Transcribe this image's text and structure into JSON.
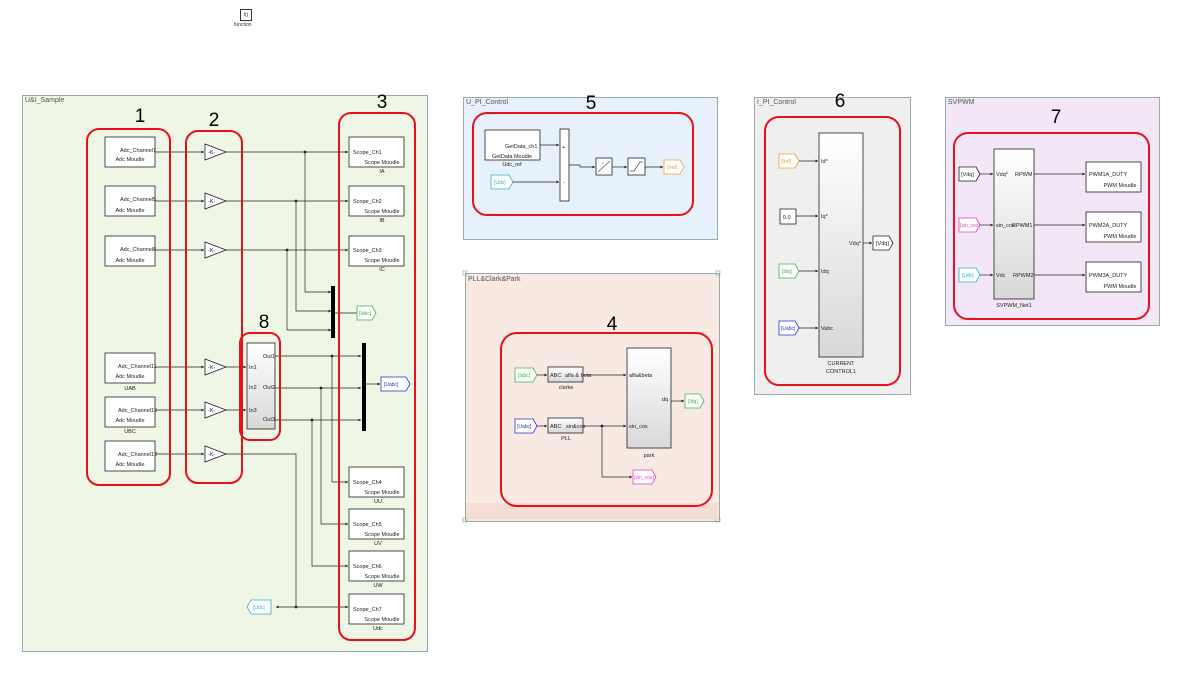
{
  "function_block": {
    "label": "f()",
    "caption": "function"
  },
  "areas": {
    "sample": "U&I_Sample",
    "upi": "U_PI_Control",
    "pll": "PLL&Clark&Park",
    "ipi": "I_PI_Control",
    "svpwm": "SVPWM"
  },
  "region_numbers": [
    "1",
    "2",
    "3",
    "4",
    "5",
    "6",
    "7",
    "8"
  ],
  "adc_blocks": [
    {
      "name": "Adc_Channel7",
      "type": "Adc Moudle",
      "caption": ""
    },
    {
      "name": "Adc_Channel5",
      "type": "Adc Moudle",
      "caption": ""
    },
    {
      "name": "Adc_Channel8",
      "type": "Adc Moudle",
      "caption": ""
    },
    {
      "name": "Adc_Channel11",
      "type": "Adc Moudle",
      "caption": "UAB"
    },
    {
      "name": "Adc_Channel15",
      "type": "Adc Moudle",
      "caption": "UBC"
    },
    {
      "name": "Adc_Channel12",
      "type": "Adc Moudle",
      "caption": ""
    }
  ],
  "gain_label": "-K-",
  "scope_blocks": [
    {
      "name": "Scope_Ch1",
      "type": "Scope Moudle",
      "caption": "IA"
    },
    {
      "name": "Scope_Ch2",
      "type": "Scope Moudle",
      "caption": "IB"
    },
    {
      "name": "Scope_Ch3",
      "type": "Scope Moudle",
      "caption": "IC"
    },
    {
      "name": "Scope_Ch4",
      "type": "Scope Moudle",
      "caption": "UU"
    },
    {
      "name": "Scope_Ch5",
      "type": "Scope Moudle",
      "caption": "UV"
    },
    {
      "name": "Scope_Ch6",
      "type": "Scope Moudle",
      "caption": "UW"
    },
    {
      "name": "Scope_Ch7",
      "type": "Scope Moudle",
      "caption": "Udc"
    }
  ],
  "conv_block": {
    "inputs": [
      "In1",
      "In2",
      "In3"
    ],
    "outputs": [
      "Out1",
      "Out2",
      "Out3"
    ]
  },
  "tags": {
    "iabc": "[Iabc]",
    "uabc": "[Uabc]",
    "udc": "[Udc]",
    "iref": "[Iref]",
    "idq": "[Idq]",
    "vdq": "[Vdq]",
    "sin_cos": "[sin_cos]"
  },
  "upi": {
    "getdata_name": "GetData_ch1",
    "getdata_type": "GetData Moudle",
    "getdata_caption": "Udc_ref",
    "sum_signs": [
      "+",
      "-"
    ]
  },
  "pll": {
    "clarke": {
      "in": "ABC",
      "out": "alfa & beta",
      "caption": "clarke"
    },
    "pll_block": {
      "in": "ABC",
      "out": "sin&cos",
      "caption": "PLL"
    },
    "park": {
      "in1": "alfa&beta",
      "in2": "sin_cos",
      "out": "dq",
      "caption": "park"
    }
  },
  "ipi": {
    "const": "0.0",
    "ports_in": [
      "Id*",
      "Iq*",
      "Idq",
      "Vabc"
    ],
    "port_out": "Vdq*",
    "caption1": "CURRENT",
    "caption2": "CONTROL1"
  },
  "svpwm": {
    "ports_in": [
      "Vdq*",
      "sin_cos",
      "Vdc"
    ],
    "ports_out": [
      "RPWM",
      "RPWM1",
      "RPWM2"
    ],
    "caption": "SVPWM_Net1",
    "pwm_blocks": [
      {
        "name": "PWM1A_DUTY",
        "type": "PWM Moudle"
      },
      {
        "name": "PWM2A_DUTY",
        "type": "PWM Moudle"
      },
      {
        "name": "PWM3A_DUTY",
        "type": "PWM Moudle"
      }
    ]
  },
  "colors": {
    "highlight": "#e8101a",
    "sample_bg": "#f0f6e6",
    "upi_bg": "#e6f1fb",
    "pll_bg": "#f9e9e3",
    "ipi_bg": "#efefef",
    "svpwm_bg": "#f3e6f6",
    "tag_green": "#3bb54a",
    "tag_blue": "#2a34c8",
    "tag_cyan": "#2ab4c8",
    "tag_orange": "#f0a030",
    "tag_magenta": "#e040c8"
  }
}
